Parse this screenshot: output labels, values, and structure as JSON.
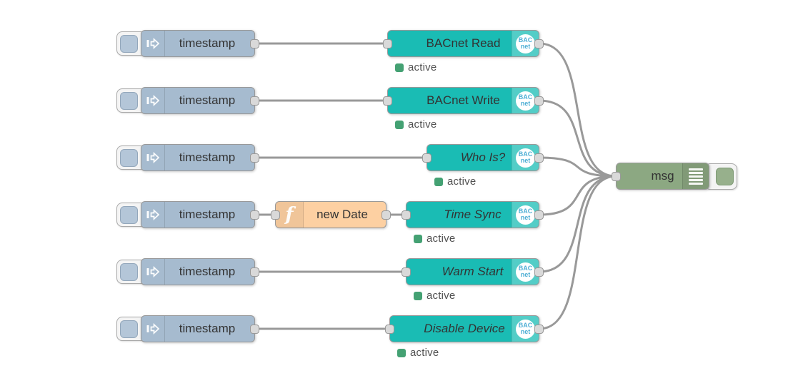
{
  "flow": {
    "inject_nodes": [
      {
        "label": "timestamp"
      },
      {
        "label": "timestamp"
      },
      {
        "label": "timestamp"
      },
      {
        "label": "timestamp"
      },
      {
        "label": "timestamp"
      },
      {
        "label": "timestamp"
      }
    ],
    "bacnet_nodes": [
      {
        "label": "BACnet Read",
        "italic": false,
        "status": "active"
      },
      {
        "label": "BACnet Write",
        "italic": false,
        "status": "active"
      },
      {
        "label": "Who Is?",
        "italic": true,
        "status": "active"
      },
      {
        "label": "Time Sync",
        "italic": true,
        "status": "active"
      },
      {
        "label": "Warm Start",
        "italic": true,
        "status": "active"
      },
      {
        "label": "Disable Device",
        "italic": true,
        "status": "active"
      }
    ],
    "function_node": {
      "label": "new Date",
      "icon": "f"
    },
    "debug_node": {
      "label": "msg"
    },
    "badge": {
      "line1": "BAC",
      "line2": "net"
    },
    "connections": [
      {
        "from": "timestamp-1",
        "to": "BACnet Read"
      },
      {
        "from": "timestamp-2",
        "to": "BACnet Write"
      },
      {
        "from": "timestamp-3",
        "to": "Who Is?"
      },
      {
        "from": "timestamp-4",
        "to": "new Date"
      },
      {
        "from": "new Date",
        "to": "Time Sync"
      },
      {
        "from": "timestamp-5",
        "to": "Warm Start"
      },
      {
        "from": "timestamp-6",
        "to": "Disable Device"
      },
      {
        "from": "BACnet Read",
        "to": "msg"
      },
      {
        "from": "BACnet Write",
        "to": "msg"
      },
      {
        "from": "Who Is?",
        "to": "msg"
      },
      {
        "from": "Time Sync",
        "to": "msg"
      },
      {
        "from": "Warm Start",
        "to": "msg"
      },
      {
        "from": "Disable Device",
        "to": "msg"
      }
    ],
    "colors": {
      "inject_fill": "#a6bbcf",
      "bacnet_fill": "#1abcb4",
      "function_fill": "#fdd0a2",
      "debug_fill": "#8ca882",
      "wire": "#999999",
      "status_green": "#44a173",
      "badge_text": "#4fafd5",
      "port_fill": "#d9d9d9",
      "canvas_background": "#ffffff"
    }
  }
}
